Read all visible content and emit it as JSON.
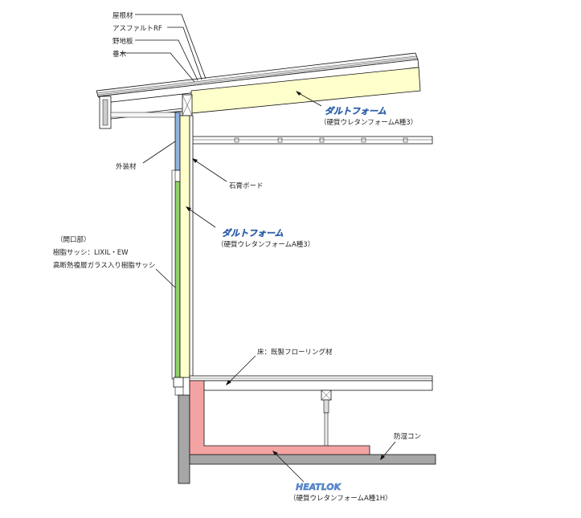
{
  "roof_labels": [
    "屋根材",
    "アスファルトRF",
    "野地板",
    "垂木"
  ],
  "roof_insulation": {
    "brand": "ダルトフォーム",
    "spec": "（硬質ウレタンフォームA種3）"
  },
  "wall_insulation": {
    "brand": "ダルトフォーム",
    "spec": "（硬質ウレタンフォームA種3）"
  },
  "exterior_label": "外装材",
  "gypsum_label": "石膏ボード",
  "opening": {
    "title": "（開口部）",
    "line1": "樹脂サッシ：LIXIL・EW",
    "line2": "高断熱複層ガラス入り樹脂サッシ"
  },
  "floor_label": "床：既製フローリング材",
  "moisture_label": "防湿コン",
  "foundation_insulation": {
    "brand": "HEATLOK",
    "spec": "（硬質ウレタンフォームA種1H）"
  },
  "colors": {
    "insulation_yellow": "#ffffcc",
    "foundation_insulation_pink": "#f4a3a3",
    "concrete_gray": "#a6a6a6",
    "window_blue": "#8fb4e3",
    "window_green": "#8fd16a",
    "brand_blue": "#5b8fd6"
  }
}
